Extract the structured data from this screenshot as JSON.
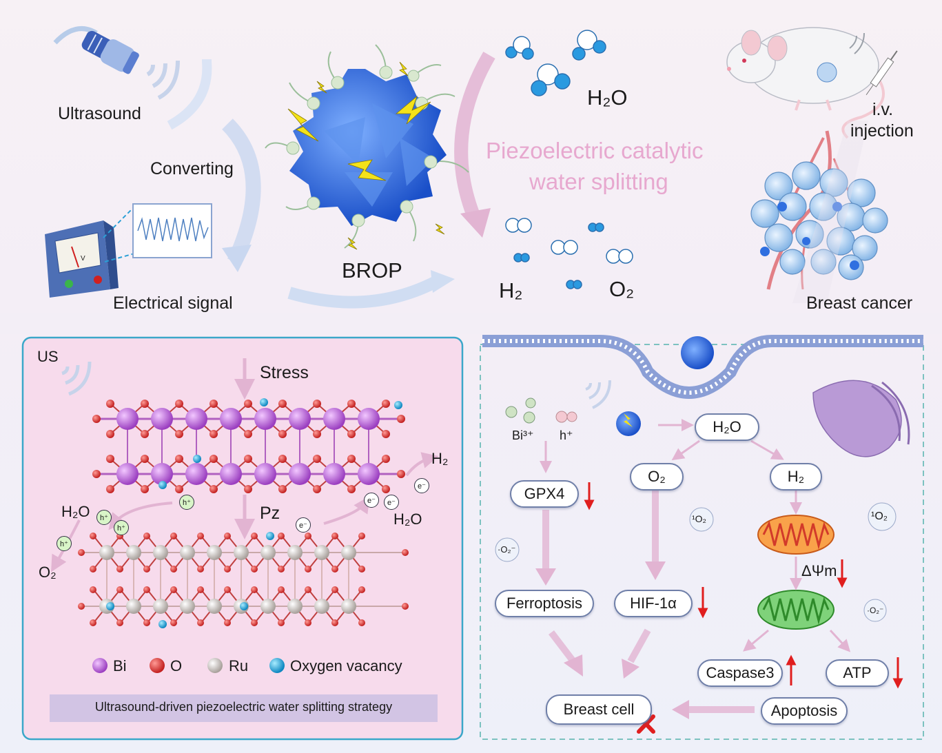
{
  "top": {
    "ultrasound": "Ultrasound",
    "converting": "Converting",
    "electrical_signal": "Electrical signal",
    "meter_unit": "V",
    "brop": "BROP",
    "h2o": "H₂O",
    "piezo_line1": "Piezoelectric catalytic",
    "piezo_line2": "water splitting",
    "h2": "H₂",
    "o2": "O₂",
    "iv_line1": "i.v.",
    "iv_line2": "injection",
    "breast_cancer": "Breast cancer"
  },
  "left_panel": {
    "us": "US",
    "stress": "Stress",
    "pz": "Pz",
    "h2o_left": "H₂O",
    "o2_left": "O₂",
    "h2_right": "H₂",
    "h2o_right": "H₂O",
    "hplus": "h⁺",
    "eminus": "e⁻",
    "legend": [
      {
        "label": "Bi",
        "color": "#a650c8"
      },
      {
        "label": "O",
        "color": "#d63a35"
      },
      {
        "label": "Ru",
        "color": "#c9c2bd"
      },
      {
        "label": "Oxygen vacancy",
        "color": "#1d9fd0"
      }
    ],
    "caption": "Ultrasound-driven piezoelectric water splitting strategy"
  },
  "right_panel": {
    "bi3": "Bi³⁺",
    "hplus": "h⁺",
    "h2o": "H₂O",
    "o2": "O₂",
    "h2": "H₂",
    "gpx4": "GPX4",
    "singlet_o2": "¹O₂",
    "superoxide": "·O₂⁻",
    "ferroptosis": "Ferroptosis",
    "hif": "HIF-1α",
    "dpsi": "ΔΨm",
    "caspase": "Caspase3",
    "atp": "ATP",
    "apoptosis": "Apoptosis",
    "breast_cell": "Breast cell"
  },
  "colors": {
    "arrow_red": "#e01e1e",
    "pink_arrow": "#e2b4d2",
    "blue_arrow": "#c9d7f0",
    "panel_pink": "#f7dbec",
    "panel_border": "#3aa7c9",
    "nanoparticle": "#2f6fe0"
  }
}
